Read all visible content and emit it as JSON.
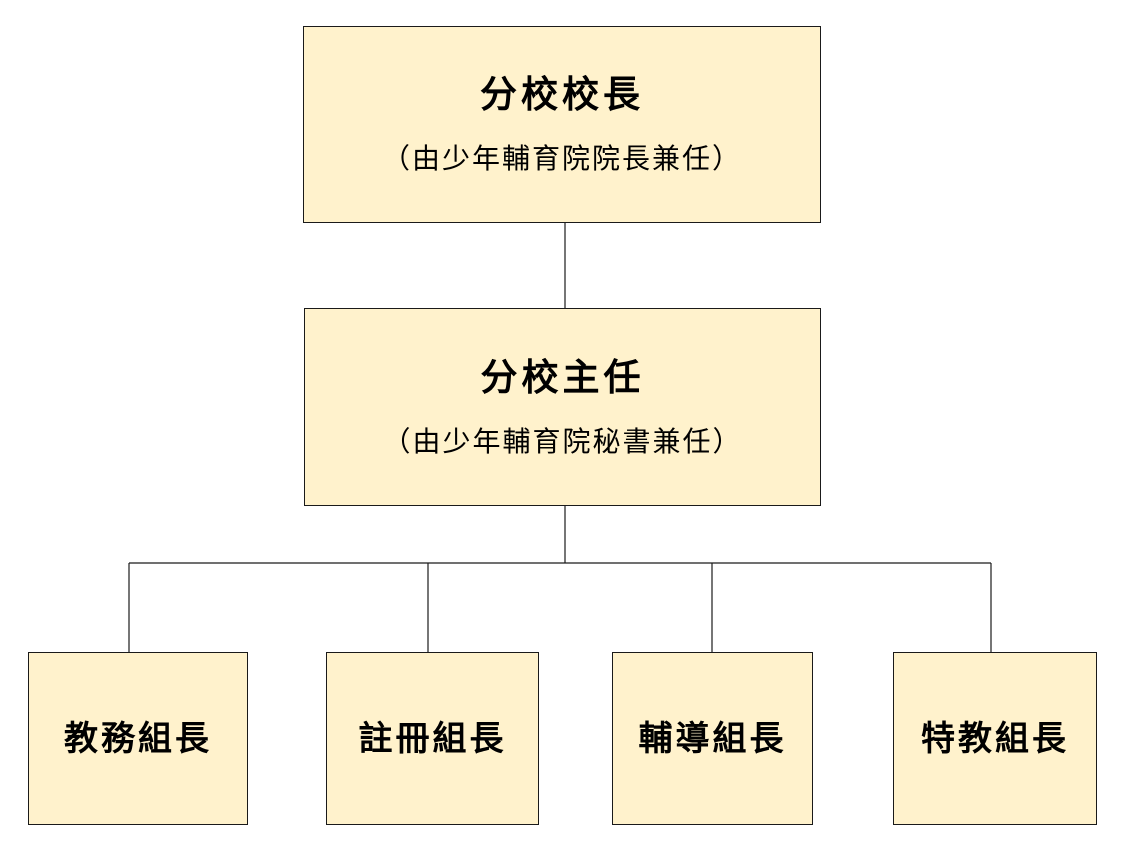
{
  "colors": {
    "box_fill": "#fff2cc",
    "box_border": "#1a1a1a",
    "line": "#1a1a1a"
  },
  "chart": {
    "principal": {
      "title": "分校校長",
      "subtitle": "（由少年輔育院院長兼任）"
    },
    "director": {
      "title": "分校主任",
      "subtitle": "（由少年輔育院秘書兼任）"
    },
    "sections": [
      {
        "title": "教務組長"
      },
      {
        "title": "註冊組長"
      },
      {
        "title": "輔導組長"
      },
      {
        "title": "特教組長"
      }
    ]
  }
}
